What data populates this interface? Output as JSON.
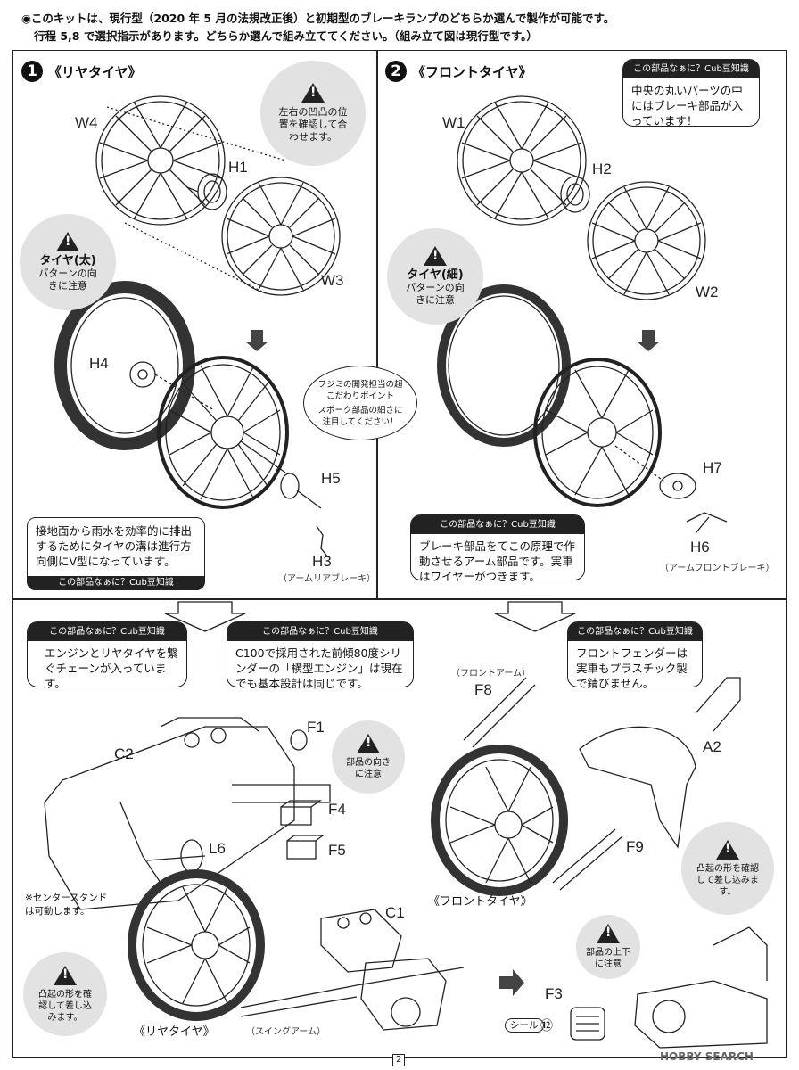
{
  "header": {
    "line1": "◉このキットは、現行型（2020 年 5 月の法規改正後）と初期型のブレーキランプのどちらか選んで製作が可能です。",
    "line2": "行程 5,8 で選択指示があります。どちらか選んで組み立ててください。（組み立て図は現行型です。）"
  },
  "step1": {
    "number": "1",
    "title": "《リヤタイヤ》",
    "labels": {
      "w4": "W4",
      "h1": "H1",
      "w3": "W3",
      "h4": "H4",
      "h5": "H5",
      "h3": "H3",
      "h3_sub": "（アームリアブレーキ）"
    },
    "warn_align": "左右の凹凸の位置を確認して合わせます。",
    "warn_tire_title": "タイヤ(太)",
    "warn_tire_body": "パターンの向きに注意",
    "tip": "接地面から雨水を効率的に排出するためにタイヤの溝は進行方向側にV型になっています。",
    "tip_header": "この部品なぁに？Cub豆知識"
  },
  "step2": {
    "number": "2",
    "title": "《フロントタイヤ》",
    "labels": {
      "w1": "W1",
      "h2": "H2",
      "w2": "W2",
      "h7": "H7",
      "h6": "H6",
      "h6_sub": "（アームフロントブレーキ）"
    },
    "bubble_header": "この部品なぁに？Cub豆知識",
    "bubble": "中央の丸いパーツの中にはブレーキ部品が入っています！",
    "warn_tire_title": "タイヤ(細)",
    "warn_tire_body": "パターンの向きに注意",
    "tip_header": "この部品なぁに？Cub豆知識",
    "tip": "ブレーキ部品をてこの原理で作動させるアーム部品です。実車はワイヤーがつきます。"
  },
  "center_oval": {
    "line1": "フジミの開発担当の超こだわりポイント",
    "line2": "スポーク部品の細さに注目してください！"
  },
  "step3": {
    "bubble1_header": "この部品なぁに？Cub豆知識",
    "bubble1": "エンジンとリヤタイヤを繋ぐチェーンが入っています。",
    "bubble2_header": "この部品なぁに？Cub豆知識",
    "bubble2": "C100で採用された前傾80度シリンダーの「横型エンジン」は現在でも基本設計は同じです。",
    "bubble3_header": "この部品なぁに？Cub豆知識",
    "bubble3": "フロントフェンダーは実車もプラスチック製で錆びません。",
    "labels": {
      "c2": "C2",
      "f1": "F1",
      "f4": "F4",
      "f5": "F5",
      "l6": "L6",
      "c1": "C1",
      "f8": "F8",
      "f8_sub": "（フロントアーム）",
      "a2": "A2",
      "f9": "F9",
      "f3": "F3",
      "swing_sub": "（スイングアーム）"
    },
    "warn_f1": "部品の向きに注意",
    "warn_f9": "凸起の形を確認して差し込みます。",
    "warn_rear": "凸起の形を確認して差し込みます。",
    "warn_f3": "部品の上下に注意",
    "stand_note": "※センタースタンドは可動します。",
    "front_tire": "《フロントタイヤ》",
    "rear_tire": "《リヤタイヤ》",
    "seal_label": "シール",
    "seal_num": "⑫"
  },
  "footer": {
    "page": "2",
    "watermark": "HOBBY SEARCH"
  }
}
